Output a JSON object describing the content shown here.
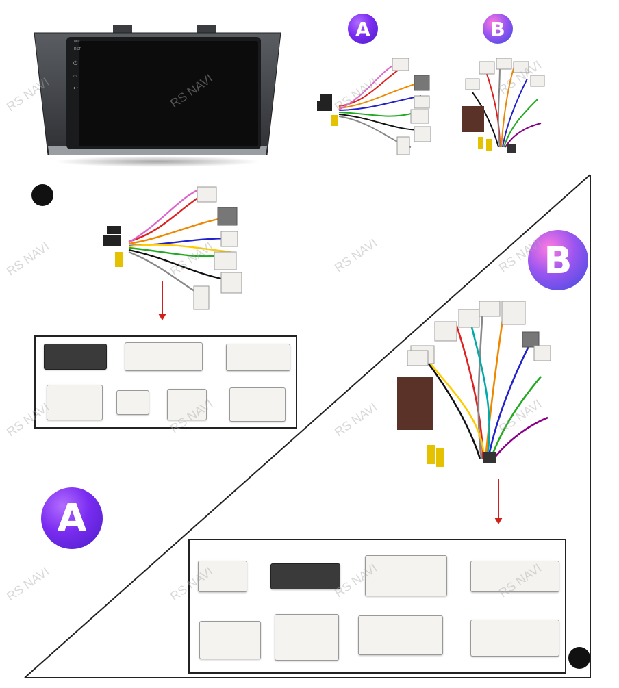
{
  "watermark": "RS NAVI",
  "badges": {
    "a": "A",
    "b": "B"
  },
  "headunit": {
    "side_labels": [
      "MIC",
      "RST"
    ]
  },
  "colors": {
    "badge_a": "#7a2cf0",
    "badge_b_top": "#ff7ae0",
    "badge_b_bottom": "#3b4be0",
    "arrow": "#d0201a",
    "panel_border": "#222222"
  },
  "icons": [
    "power-icon",
    "home-icon",
    "back-icon",
    "volume-up-icon",
    "volume-down-icon"
  ]
}
